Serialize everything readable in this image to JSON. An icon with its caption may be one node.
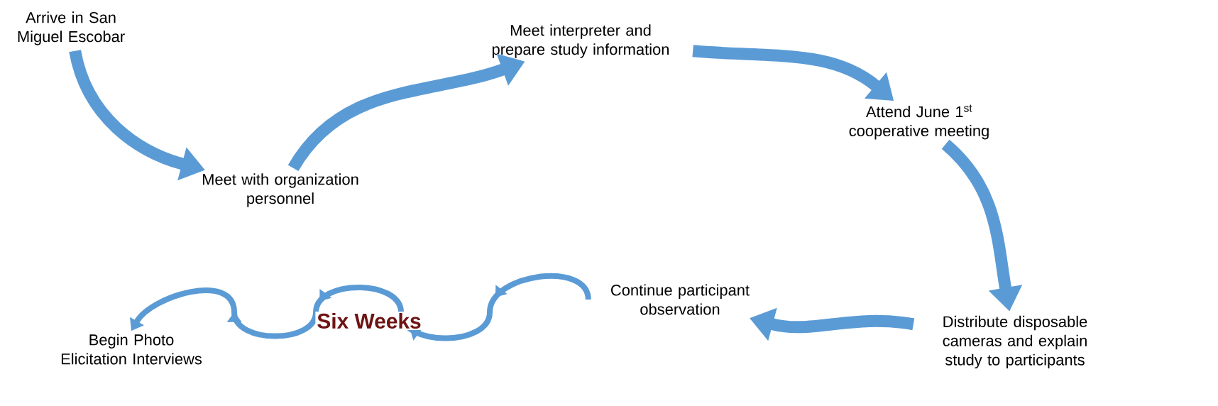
{
  "diagram": {
    "nodes": [
      {
        "text": [
          "Arrive in San Miguel Escobar"
        ]
      },
      {
        "text": [
          "Meet with organization personnel"
        ]
      },
      {
        "text": [
          "Meet interpreter and prepare study information"
        ]
      },
      {
        "text": [
          "Attend June 1$^{st}$ cooperative meeting"
        ]
      },
      {
        "text": [
          "Distribute disposable cameras and explain study to participants"
        ]
      },
      {
        "text": [
          "Continue participant observation"
        ]
      },
      {
        "text": [
          "Begin Photo Elicitation Interviews"
        ]
      }
    ],
    "edges": [
      {
        "from": 0,
        "to": 1,
        "arrow": "to"
      },
      {
        "from": 1,
        "to": 2,
        "arrow": "to"
      },
      {
        "from": 2,
        "to": 3,
        "arrow": "to"
      },
      {
        "from": 3,
        "to": 4,
        "arrow": "to"
      },
      {
        "from": 4,
        "to": 5,
        "arrow": "to"
      },
      {
        "from": 5,
        "to": 6,
        "arrow": "to",
        "label": "Six Weeks"
      }
    ]
  }
}
